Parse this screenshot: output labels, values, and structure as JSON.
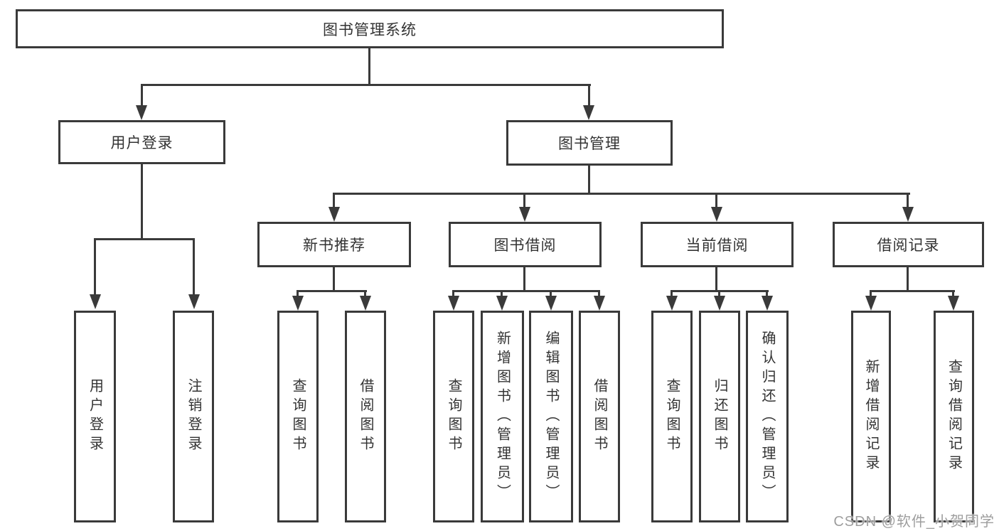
{
  "tree": {
    "root": {
      "label": "图书管理系统"
    },
    "branches": [
      {
        "label": "用户登录",
        "children": [
          {
            "label": "用户登录"
          },
          {
            "label": "注销登录"
          }
        ]
      },
      {
        "label": "图书管理",
        "children": [
          {
            "label": "新书推荐",
            "children": [
              {
                "label": "查询图书"
              },
              {
                "label": "借阅图书"
              }
            ]
          },
          {
            "label": "图书借阅",
            "children": [
              {
                "label": "查询图书"
              },
              {
                "label": "新增图书（管理员）"
              },
              {
                "label": "编辑图书（管理员）"
              },
              {
                "label": "借阅图书"
              }
            ]
          },
          {
            "label": "当前借阅",
            "children": [
              {
                "label": "查询图书"
              },
              {
                "label": "归还图书"
              },
              {
                "label": "确认归还（管理员）"
              }
            ]
          },
          {
            "label": "借阅记录",
            "children": [
              {
                "label": "新增借阅记录"
              },
              {
                "label": "查询借阅记录"
              }
            ]
          }
        ]
      }
    ]
  },
  "watermark": "CSDN @软件_小贺同学",
  "colors": {
    "line": "#3a3a3a",
    "text": "#333333",
    "wm": "#9e9e9e",
    "bg": "#ffffff"
  }
}
